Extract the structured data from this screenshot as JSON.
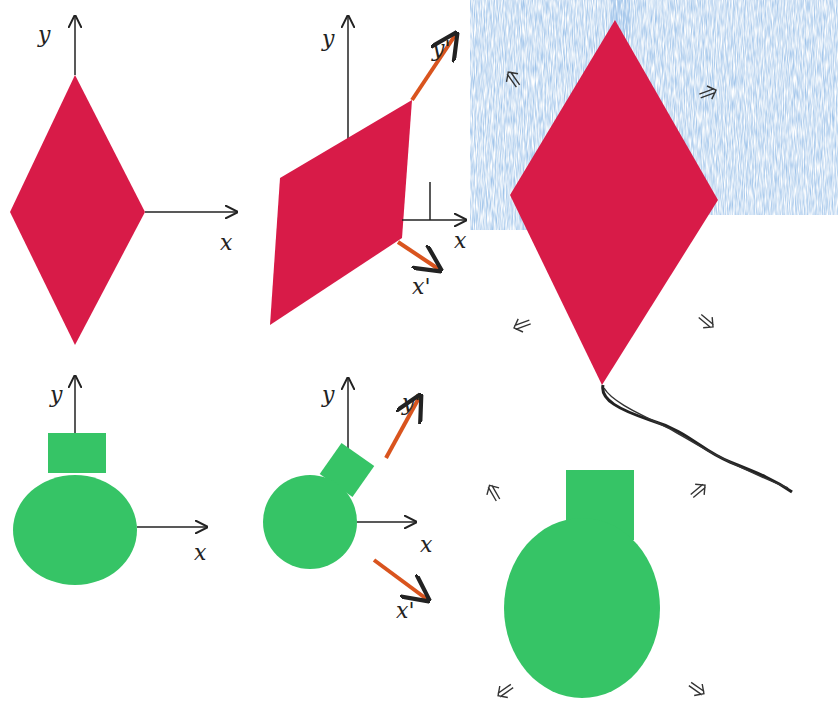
{
  "diagram": {
    "labels": [
      "y",
      "x",
      "y",
      "y'",
      "x",
      "x'",
      "y",
      "x",
      "y",
      "y'",
      "x",
      "x'"
    ]
  }
}
